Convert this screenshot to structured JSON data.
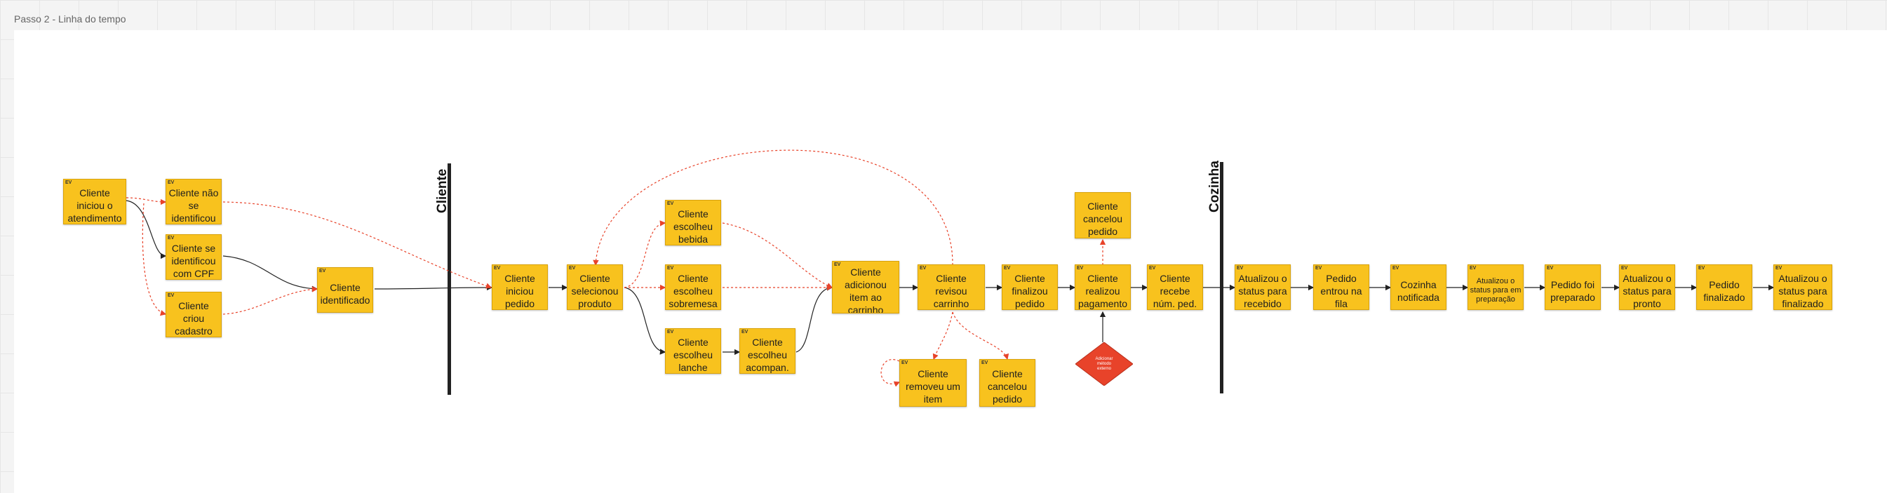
{
  "frame": {
    "title": "Passo 2 - Linha do tempo"
  },
  "event_tag": "EV",
  "lanes": {
    "cliente": "Cliente",
    "cozinha": "Cozinha"
  },
  "notes": {
    "n1": "Cliente iniciou o atendimento",
    "n2": "Cliente não se identificou",
    "n3": "Cliente se identificou com CPF",
    "n4": "Cliente criou cadastro",
    "n5": "Cliente identificado",
    "n6": "Cliente iniciou pedido",
    "n7": "Cliente selecionou produto",
    "n8": "Cliente escolheu bebida",
    "n9": "Cliente escolheu sobremesa",
    "n10": "Cliente escolheu lanche",
    "n11": "Cliente escolheu acompan.",
    "n12": "Cliente adicionou item ao carrinho",
    "n13": "Cliente revisou carrinho",
    "n14": "Cliente removeu um item",
    "n15": "Cliente cancelou pedido",
    "n16": "Cliente finalizou pedido",
    "n17": "Cliente cancelou pedido",
    "n18": "Cliente realizou pagamento",
    "n19": "Cliente recebe núm. ped.",
    "n20": "Atualizou o status para recebido",
    "n21": "Pedido entrou na fila",
    "n22": "Cozinha notificada",
    "n23": "Atualizou o status para em preparação",
    "n24": "Pedido foi preparado",
    "n25": "Atualizou o status para pronto",
    "n26": "Pedido finalizado",
    "n27": "Atualizou o status para finalizado"
  },
  "decision": {
    "text": "Adicionar método externo",
    "color": "#e8432a"
  },
  "colors": {
    "sticky": "#f8c21e",
    "solid_arrow": "#222222",
    "dotted_arrow": "#e8432a",
    "lane_bar": "#222222"
  }
}
